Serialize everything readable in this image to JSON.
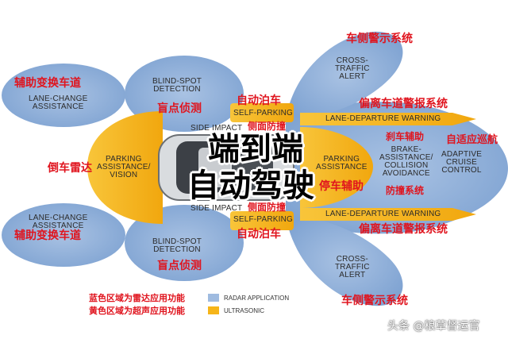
{
  "colors": {
    "radar": "#8fb0d8",
    "ultrasonic": "#f6b519",
    "label_red": "#e0141e",
    "text_dark": "#2b2b2b"
  },
  "title": {
    "line1": "端到端",
    "line2": "自动驾驶"
  },
  "zones": {
    "lane_change_top": {
      "en": "LANE-CHANGE\nASSISTANCE",
      "cn": "辅助变换车道"
    },
    "lane_change_bottom": {
      "en": "LANE-CHANGE\nASSISTANCE",
      "cn": "辅助变换车道"
    },
    "blind_spot_top": {
      "en": "BLIND-SPOT\nDETECTION",
      "cn": "盲点侦测"
    },
    "blind_spot_bottom": {
      "en": "BLIND-SPOT\nDETECTION",
      "cn": "盲点侦测"
    },
    "parking_rear": {
      "en": "PARKING\nASSISTANCE/\nVISION",
      "cn": "倒车雷达"
    },
    "side_impact_top": {
      "en": "SIDE IMPACT",
      "cn": "侧面防撞"
    },
    "side_impact_bottom": {
      "en": "SIDE IMPACT",
      "cn": "侧面防撞"
    },
    "self_parking_top": {
      "en": "SELF-PARKING",
      "cn": "自动泊车"
    },
    "self_parking_bottom": {
      "en": "SELF-PARKING",
      "cn": "自动泊车"
    },
    "parking_front": {
      "en": "PARKING\nASSISTANCE",
      "cn": "停车辅助"
    },
    "lane_departure_top": {
      "en": "LANE-DEPARTURE WARNING",
      "cn": "偏离车道警报系统"
    },
    "lane_departure_bottom": {
      "en": "LANE-DEPARTURE WARNING",
      "cn": "偏离车道警报系统"
    },
    "brake_assist": {
      "en": "BRAKE-\nASSISTANCE/\nCOLLISION\nAVOIDANCE",
      "cn_top": "刹车辅助",
      "cn_bottom": "防撞系统"
    },
    "adaptive_cruise": {
      "en": "ADAPTIVE\nCRUISE\nCONTROL",
      "cn": "自适应巡航"
    },
    "cross_traffic_top": {
      "en": "CROSS-\nTRAFFIC\nALERT",
      "cn": "车侧警示系统"
    },
    "cross_traffic_bottom": {
      "en": "CROSS-\nTRAFFIC\nALERT",
      "cn": "车侧警示系统"
    }
  },
  "legend": {
    "radar_cn": "蓝色区域为雷达应用功能",
    "radar_en": "RADAR APPLICATION",
    "ultra_cn": "黄色区域为超声应用功能",
    "ultra_en": "ULTRASONIC"
  },
  "watermark": "头条 @粮草督运官"
}
